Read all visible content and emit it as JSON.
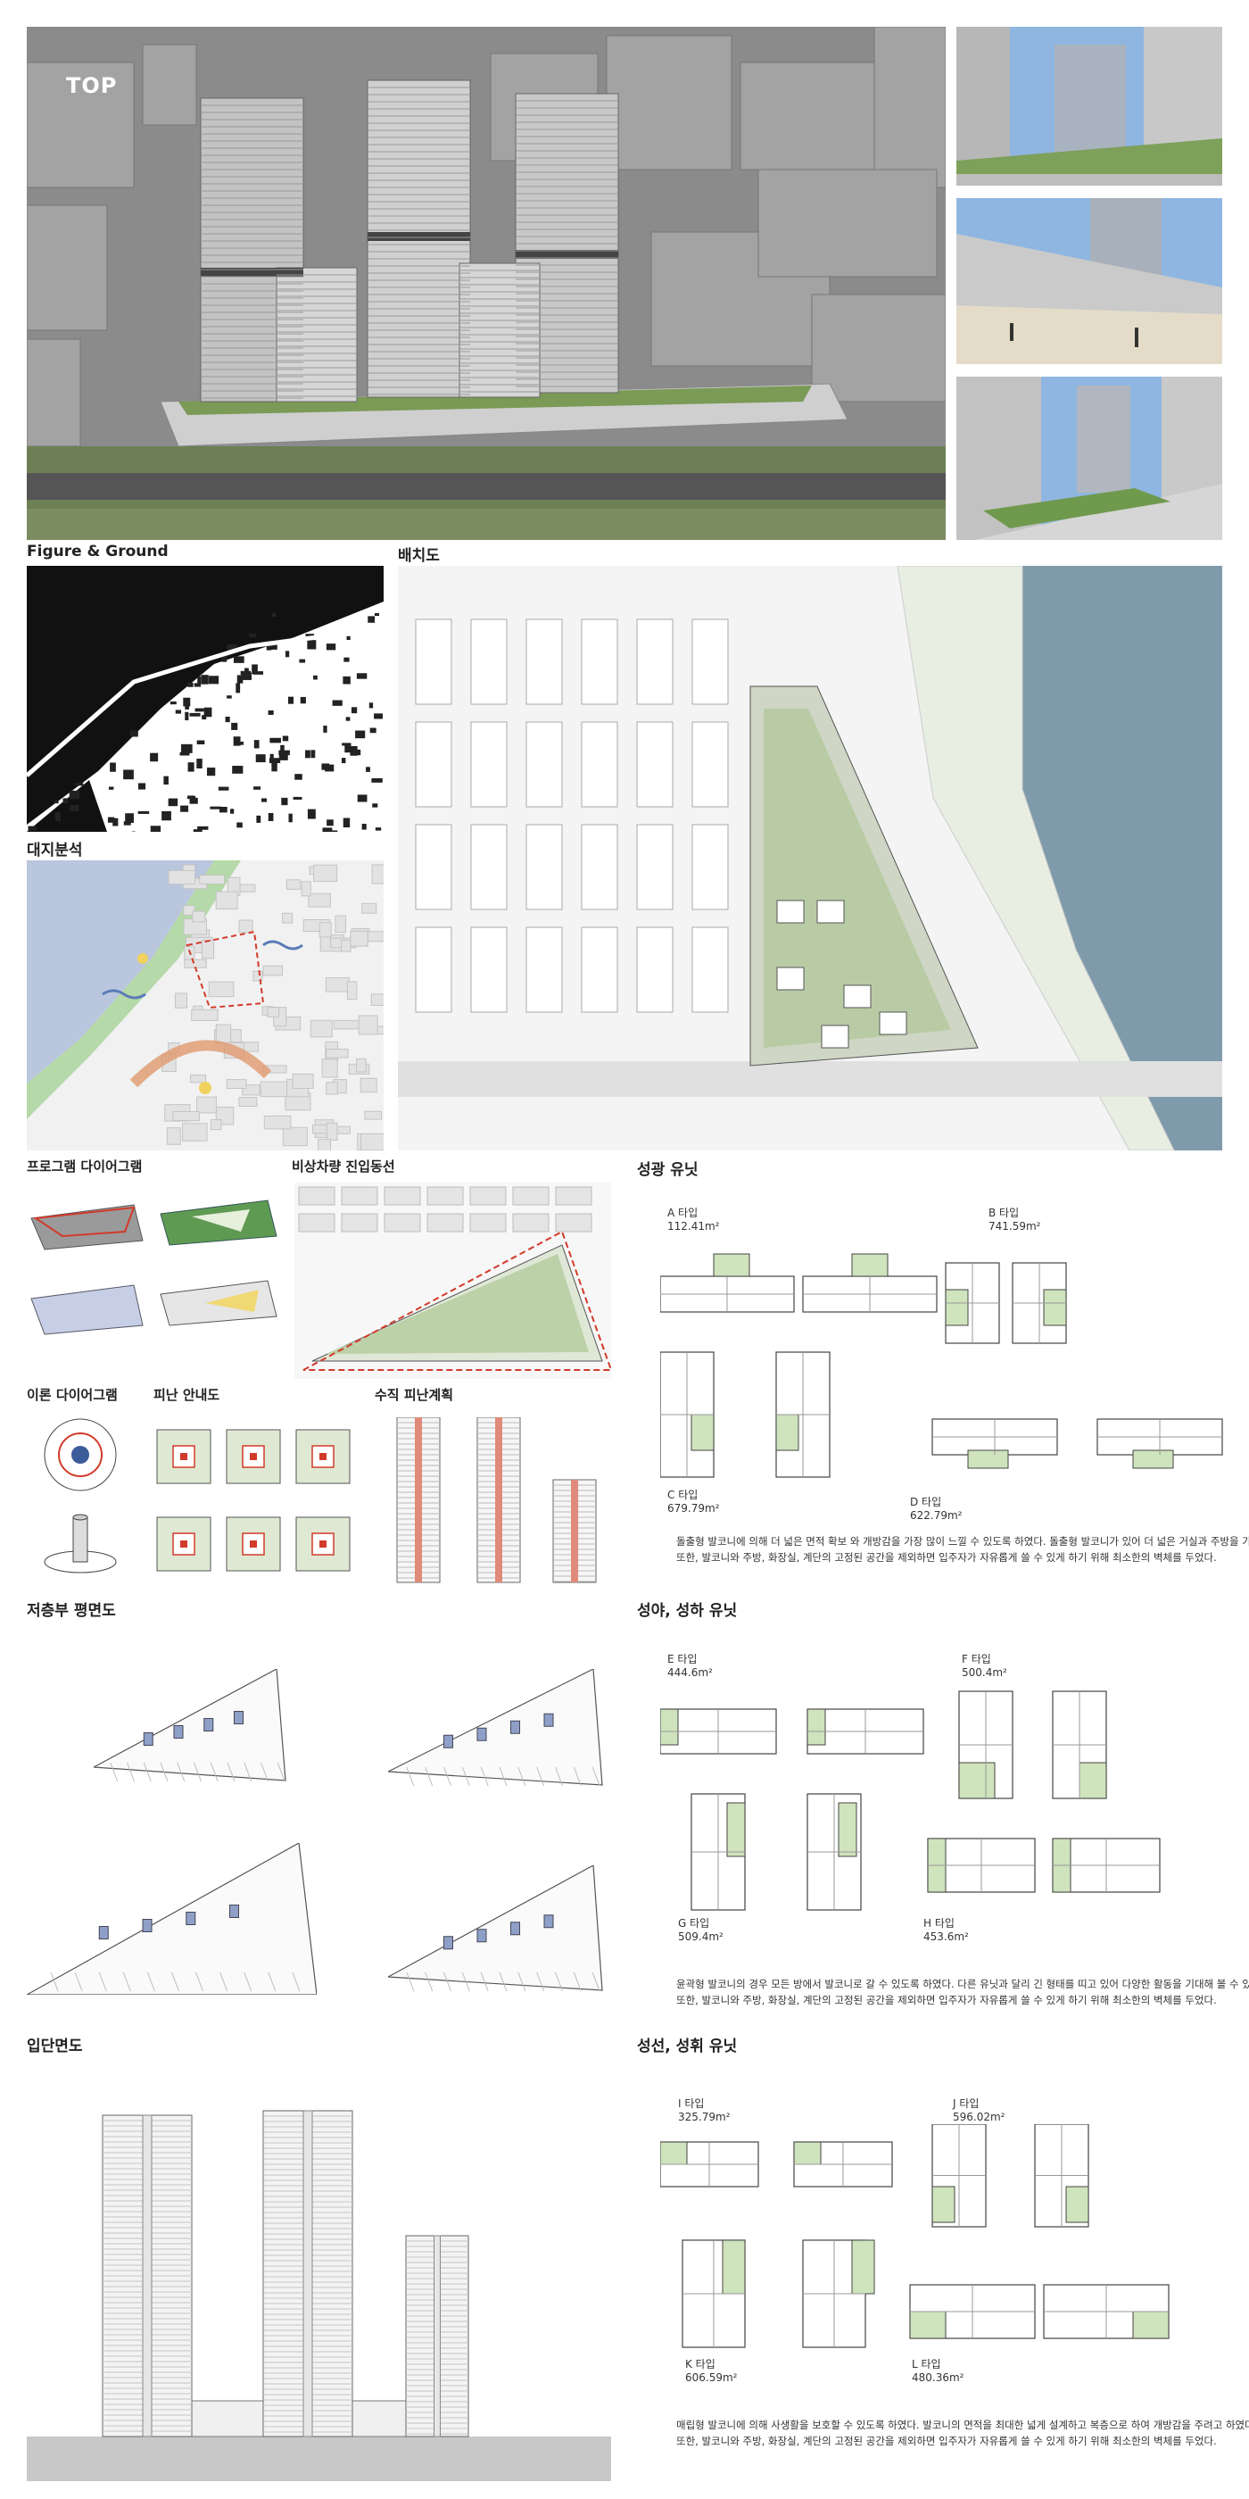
{
  "hero": {
    "logo": "TOP"
  },
  "sections": {
    "figure_ground": "Figure & Ground",
    "site_plan": "배치도",
    "site_analysis": "대지분석",
    "program_diagram": "프로그램 다이어그램",
    "emergency_access": "비상차량 진입동선",
    "theory_diagram": "이론 다이어그램",
    "evacuation_guide": "피난 안내도",
    "vertical_evacuation": "수직 피난계획",
    "lower_floor_plan": "저층부 평면도",
    "elevation_section": "입단면도",
    "units_a": "성광 유닛",
    "units_b": "성야, 성하 유닛",
    "units_c": "성선, 성휘 유닛"
  },
  "units": {
    "a": {
      "name": "A 타입",
      "area": "112.41m²"
    },
    "b": {
      "name": "B 타입",
      "area": "741.59m²"
    },
    "c": {
      "name": "C 타입",
      "area": "679.79m²"
    },
    "d": {
      "name": "D 타입",
      "area": "622.79m²"
    },
    "e": {
      "name": "E 타입",
      "area": "444.6m²"
    },
    "f": {
      "name": "F 타입",
      "area": "500.4m²"
    },
    "g": {
      "name": "G 타입",
      "area": "509.4m²"
    },
    "h": {
      "name": "H 타입",
      "area": "453.6m²"
    },
    "i": {
      "name": "I 타입",
      "area": "325.79m²"
    },
    "j": {
      "name": "J 타입",
      "area": "596.02m²"
    },
    "k": {
      "name": "K 타입",
      "area": "606.59m²"
    },
    "l": {
      "name": "L 타입",
      "area": "480.36m²"
    }
  },
  "descriptions": {
    "units_a": [
      "돌출형 발코니에 의해 더 넓은 면적 확보 와 개방감을 가장 많이 느낄 수 있도록 하였다. 돌출형 발코니가 있어 더 넓은 거실과 주방을 가졌다.",
      "또한, 발코니와 주방, 화장실, 계단의 고정된 공간을 제외하면 입주자가 자유롭게 쓸 수 있게 하기 위해 최소한의 벽체를 두었다."
    ],
    "units_b": [
      "윤곽형 발코니의 경우 모든 방에서 발코니로 갈 수 있도록 하였다. 다른 유닛과 달리 긴 형태를 띠고 있어 다양한 활동을 기대해 볼 수 있다.",
      "또한, 발코니와 주방, 화장실, 계단의 고정된 공간을 제외하면 입주자가 자유롭게 쓸 수 있게 하기 위해 최소한의 벽체를 두었다."
    ],
    "units_c": [
      "매립형 발코니에 의해 사생활을 보호할 수 있도록 하였다. 발코니의 면적을 최대한 넓게 설계하고 복층으로 하여 개방감을 주려고 하였다.",
      "또한, 발코니와 주방, 화장실, 계단의 고정된 공간을 제외하면 입주자가 자유롭게 쓸 수 있게 하기 위해 최소한의 벽체를 두었다."
    ]
  },
  "colors": {
    "balcony": "#cfe3bd",
    "emergency_route": "#d23a2a",
    "river": "#b9c6de",
    "stair_core": "#8ea0c8",
    "render_sky": "#8fb6e0"
  }
}
